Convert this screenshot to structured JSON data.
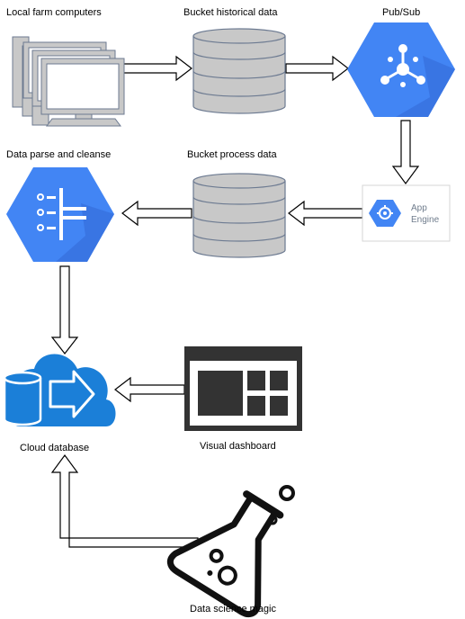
{
  "nodes": {
    "local_farm": {
      "label": "Local farm computers",
      "icon": "desktop-computers-icon"
    },
    "bucket_historical": {
      "label": "Bucket historical data",
      "icon": "database-cylinder-icon"
    },
    "pubsub": {
      "label": "Pub/Sub",
      "icon": "pubsub-hub-icon"
    },
    "app_engine": {
      "line1": "App",
      "line2": "Engine",
      "icon": "app-engine-icon"
    },
    "bucket_process": {
      "label": "Bucket process data",
      "icon": "database-cylinder-icon"
    },
    "data_parse": {
      "label": "Data parse and cleanse",
      "icon": "dataflow-icon"
    },
    "cloud_database": {
      "label": "Cloud database",
      "icon": "cloud-database-icon"
    },
    "visual_dashboard": {
      "label": "Visual dashboard",
      "icon": "dashboard-window-icon"
    },
    "data_science": {
      "label": "Data science magic",
      "icon": "flask-icon"
    }
  },
  "colors": {
    "gcp_blue": "#4285f4",
    "gcp_shadow": "#3367d6",
    "cylinder_fill": "#c8c8c8",
    "cylinder_stroke": "#6c7a91",
    "cloud_blue": "#1b7fd8",
    "dashboard_dark": "#333333"
  }
}
